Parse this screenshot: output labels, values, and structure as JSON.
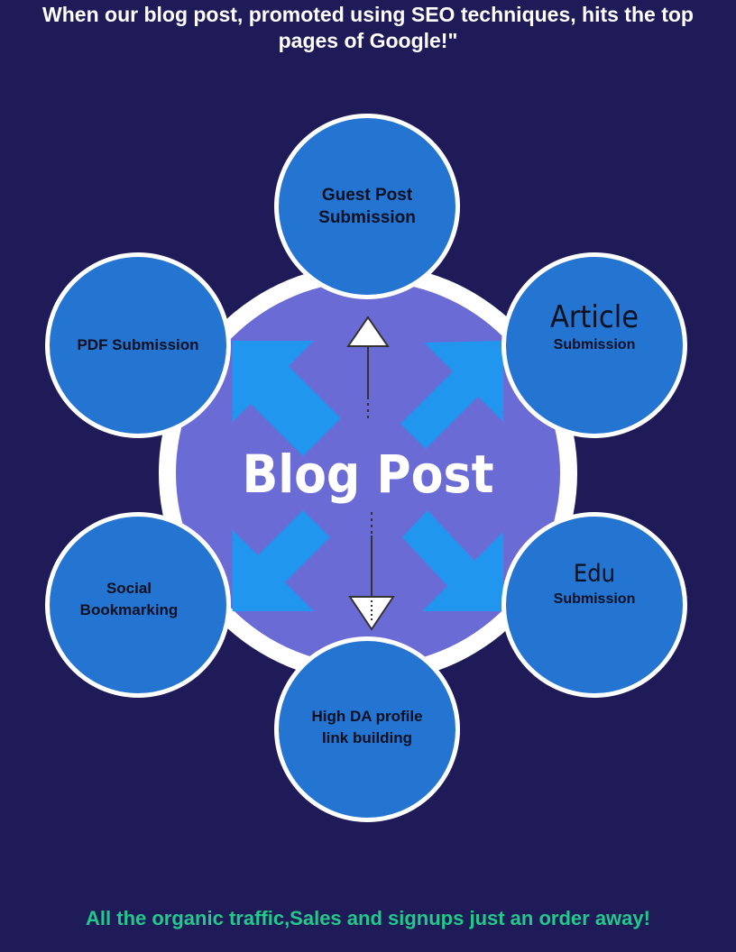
{
  "headline": "When our blog post, promoted using SEO techniques, hits the top pages of Google!\"",
  "center_label": "Blog Post",
  "nodes": {
    "guest_post": "Guest Post\nSubmission",
    "article_big": "Article",
    "article_sub": "Submission",
    "pdf": "PDF Submission",
    "edu_big": "Edu",
    "edu_sub": "Submission",
    "social": "Social\nBookmarking",
    "high_da": "High DA profile\nlink building"
  },
  "footer": "All the organic traffic,Sales and signups just an order away!",
  "colors": {
    "background": "#1e1b58",
    "hub": "#6b6bd6",
    "node": "#2474d2",
    "arrow": "#2196ee",
    "footer_text": "#22c98a"
  }
}
